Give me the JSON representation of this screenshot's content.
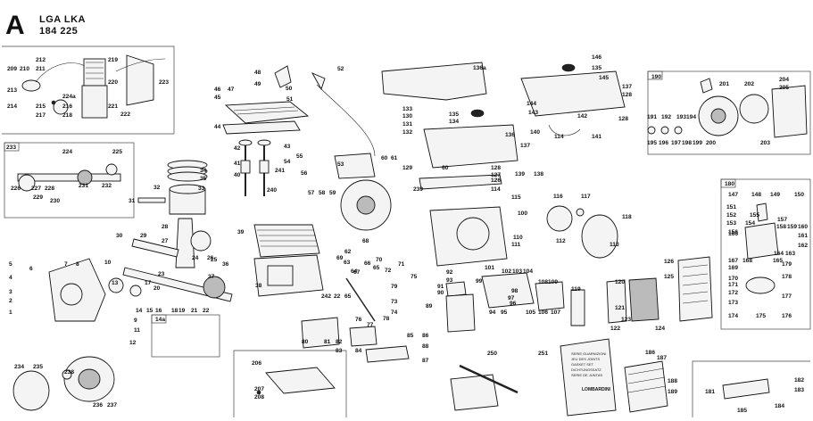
{
  "header": {
    "letter": "A",
    "model_line1": "LGA LKA",
    "model_line2": "184 225"
  },
  "callouts": [
    {
      "id": "c209",
      "label": "209"
    },
    {
      "id": "c210",
      "label": "210"
    },
    {
      "id": "c211",
      "label": "211"
    },
    {
      "id": "c212",
      "label": "212"
    },
    {
      "id": "c213",
      "label": "213"
    },
    {
      "id": "c214",
      "label": "214"
    },
    {
      "id": "c215",
      "label": "215"
    },
    {
      "id": "c216",
      "label": "216"
    },
    {
      "id": "c217",
      "label": "217"
    },
    {
      "id": "c218",
      "label": "218"
    },
    {
      "id": "c224a",
      "label": "224a"
    },
    {
      "id": "c219",
      "label": "219"
    },
    {
      "id": "c220",
      "label": "220"
    },
    {
      "id": "c221",
      "label": "221"
    },
    {
      "id": "c222",
      "label": "222"
    },
    {
      "id": "c223",
      "label": "223"
    },
    {
      "id": "c224",
      "label": "224"
    },
    {
      "id": "c225",
      "label": "225"
    },
    {
      "id": "c226",
      "label": "226"
    },
    {
      "id": "c227",
      "label": "227"
    },
    {
      "id": "c228",
      "label": "228"
    },
    {
      "id": "c229",
      "label": "229"
    },
    {
      "id": "c230",
      "label": "230"
    },
    {
      "id": "c231",
      "label": "231"
    },
    {
      "id": "c232",
      "label": "232"
    },
    {
      "id": "c34",
      "label": "34"
    },
    {
      "id": "c35",
      "label": "35"
    },
    {
      "id": "c32",
      "label": "32"
    },
    {
      "id": "c33",
      "label": "33"
    },
    {
      "id": "c31",
      "label": "31"
    },
    {
      "id": "c48",
      "label": "48"
    },
    {
      "id": "c49",
      "label": "49"
    },
    {
      "id": "c50",
      "label": "50"
    },
    {
      "id": "c51",
      "label": "51"
    },
    {
      "id": "c52",
      "label": "52"
    },
    {
      "id": "c46",
      "label": "46"
    },
    {
      "id": "c47",
      "label": "47"
    },
    {
      "id": "c45",
      "label": "45"
    },
    {
      "id": "c44",
      "label": "44"
    },
    {
      "id": "c42",
      "label": "42"
    },
    {
      "id": "c43",
      "label": "43"
    },
    {
      "id": "c41",
      "label": "41"
    },
    {
      "id": "c40",
      "label": "40"
    },
    {
      "id": "c241",
      "label": "241"
    },
    {
      "id": "c55",
      "label": "55"
    },
    {
      "id": "c54",
      "label": "54"
    },
    {
      "id": "c56",
      "label": "56"
    },
    {
      "id": "c240",
      "label": "240"
    },
    {
      "id": "c57",
      "label": "57"
    },
    {
      "id": "c58",
      "label": "58"
    },
    {
      "id": "c59",
      "label": "59"
    },
    {
      "id": "c53",
      "label": "53"
    },
    {
      "id": "c60",
      "label": "60"
    },
    {
      "id": "c61",
      "label": "61"
    },
    {
      "id": "c136a",
      "label": "136a"
    },
    {
      "id": "c133",
      "label": "133"
    },
    {
      "id": "c130",
      "label": "130"
    },
    {
      "id": "c131",
      "label": "131"
    },
    {
      "id": "c132",
      "label": "132"
    },
    {
      "id": "c135b",
      "label": "135"
    },
    {
      "id": "c134",
      "label": "134"
    },
    {
      "id": "c136",
      "label": "136"
    },
    {
      "id": "c137b",
      "label": "137"
    },
    {
      "id": "c129",
      "label": "129"
    },
    {
      "id": "c60b",
      "label": "60"
    },
    {
      "id": "c128c",
      "label": "128"
    },
    {
      "id": "c127",
      "label": "127"
    },
    {
      "id": "c126",
      "label": "126"
    },
    {
      "id": "c239",
      "label": "239"
    },
    {
      "id": "c138",
      "label": "138"
    },
    {
      "id": "c139",
      "label": "139"
    },
    {
      "id": "c114",
      "label": "114"
    },
    {
      "id": "c115",
      "label": "115"
    },
    {
      "id": "c146",
      "label": "146"
    },
    {
      "id": "c135",
      "label": "135"
    },
    {
      "id": "c145",
      "label": "145"
    },
    {
      "id": "c137",
      "label": "137"
    },
    {
      "id": "c128",
      "label": "128"
    },
    {
      "id": "c144",
      "label": "144"
    },
    {
      "id": "c143",
      "label": "143"
    },
    {
      "id": "c142",
      "label": "142"
    },
    {
      "id": "c128b",
      "label": "128"
    },
    {
      "id": "c140",
      "label": "140"
    },
    {
      "id": "c114b",
      "label": "114"
    },
    {
      "id": "c141",
      "label": "141"
    },
    {
      "id": "c190",
      "label": "190"
    },
    {
      "id": "c201",
      "label": "201"
    },
    {
      "id": "c202",
      "label": "202"
    },
    {
      "id": "c204",
      "label": "204"
    },
    {
      "id": "c205",
      "label": "205"
    },
    {
      "id": "c191",
      "label": "191"
    },
    {
      "id": "c192",
      "label": "192"
    },
    {
      "id": "c193",
      "label": "193"
    },
    {
      "id": "c194",
      "label": "194"
    },
    {
      "id": "c195",
      "label": "195"
    },
    {
      "id": "c196",
      "label": "196"
    },
    {
      "id": "c197",
      "label": "197"
    },
    {
      "id": "c198",
      "label": "198"
    },
    {
      "id": "c199",
      "label": "199"
    },
    {
      "id": "c200",
      "label": "200"
    },
    {
      "id": "c203",
      "label": "203"
    },
    {
      "id": "c233",
      "label": "233"
    },
    {
      "id": "c30",
      "label": "30"
    },
    {
      "id": "c29",
      "label": "29"
    },
    {
      "id": "c28",
      "label": "28"
    },
    {
      "id": "c27",
      "label": "27"
    },
    {
      "id": "c26",
      "label": "26"
    },
    {
      "id": "c25",
      "label": "25"
    },
    {
      "id": "c24",
      "label": "24"
    },
    {
      "id": "c23",
      "label": "23"
    },
    {
      "id": "c10",
      "label": "10"
    },
    {
      "id": "c12",
      "label": "12"
    },
    {
      "id": "c13",
      "label": "13"
    },
    {
      "id": "c14",
      "label": "14"
    },
    {
      "id": "c15",
      "label": "15"
    },
    {
      "id": "c16",
      "label": "16"
    },
    {
      "id": "c17",
      "label": "17"
    },
    {
      "id": "c18",
      "label": "18"
    },
    {
      "id": "c19",
      "label": "19"
    },
    {
      "id": "c20",
      "label": "20"
    },
    {
      "id": "c21",
      "label": "21"
    },
    {
      "id": "c22",
      "label": "22"
    },
    {
      "id": "c37",
      "label": "37"
    },
    {
      "id": "c36",
      "label": "36"
    },
    {
      "id": "c38",
      "label": "38"
    },
    {
      "id": "c39",
      "label": "39"
    },
    {
      "id": "c5",
      "label": "5"
    },
    {
      "id": "c6",
      "label": "6"
    },
    {
      "id": "c7",
      "label": "7"
    },
    {
      "id": "c8",
      "label": "8"
    },
    {
      "id": "c4",
      "label": "4"
    },
    {
      "id": "c3",
      "label": "3"
    },
    {
      "id": "c2",
      "label": "2"
    },
    {
      "id": "c1",
      "label": "1"
    },
    {
      "id": "c9",
      "label": "9"
    },
    {
      "id": "c11",
      "label": "11"
    },
    {
      "id": "c14a",
      "label": "14a"
    },
    {
      "id": "c234",
      "label": "234"
    },
    {
      "id": "c235",
      "label": "235"
    },
    {
      "id": "c238",
      "label": "238"
    },
    {
      "id": "c236",
      "label": "236"
    },
    {
      "id": "c237",
      "label": "237"
    },
    {
      "id": "c206",
      "label": "206"
    },
    {
      "id": "c207",
      "label": "207"
    },
    {
      "id": "c208",
      "label": "208"
    },
    {
      "id": "c62",
      "label": "62"
    },
    {
      "id": "c63",
      "label": "63"
    },
    {
      "id": "c64",
      "label": "64"
    },
    {
      "id": "c65",
      "label": "65"
    },
    {
      "id": "c66",
      "label": "66"
    },
    {
      "id": "c67",
      "label": "67"
    },
    {
      "id": "c68",
      "label": "68"
    },
    {
      "id": "c69",
      "label": "69"
    },
    {
      "id": "c70",
      "label": "70"
    },
    {
      "id": "c71",
      "label": "71"
    },
    {
      "id": "c72",
      "label": "72"
    },
    {
      "id": "c73",
      "label": "73"
    },
    {
      "id": "c74",
      "label": "74"
    },
    {
      "id": "c75",
      "label": "75"
    },
    {
      "id": "c76",
      "label": "76"
    },
    {
      "id": "c77",
      "label": "77"
    },
    {
      "id": "c78",
      "label": "78"
    },
    {
      "id": "c79",
      "label": "79"
    },
    {
      "id": "c80",
      "label": "80"
    },
    {
      "id": "c81",
      "label": "81"
    },
    {
      "id": "c82",
      "label": "82"
    },
    {
      "id": "c83",
      "label": "83"
    },
    {
      "id": "c84",
      "label": "84"
    },
    {
      "id": "c85",
      "label": "85"
    },
    {
      "id": "c86",
      "label": "86"
    },
    {
      "id": "c87",
      "label": "87"
    },
    {
      "id": "c88",
      "label": "88"
    },
    {
      "id": "c89",
      "label": "89"
    },
    {
      "id": "c242",
      "label": "242"
    },
    {
      "id": "c22b",
      "label": "22"
    },
    {
      "id": "c65b",
      "label": "65"
    },
    {
      "id": "c90",
      "label": "90"
    },
    {
      "id": "c91",
      "label": "91"
    },
    {
      "id": "c92",
      "label": "92"
    },
    {
      "id": "c93",
      "label": "93"
    },
    {
      "id": "c94",
      "label": "94"
    },
    {
      "id": "c95",
      "label": "95"
    },
    {
      "id": "c96",
      "label": "96"
    },
    {
      "id": "c97",
      "label": "97"
    },
    {
      "id": "c98",
      "label": "98"
    },
    {
      "id": "c99",
      "label": "99"
    },
    {
      "id": "c100",
      "label": "100"
    },
    {
      "id": "c101",
      "label": "101"
    },
    {
      "id": "c102",
      "label": "102"
    },
    {
      "id": "c103",
      "label": "103"
    },
    {
      "id": "c104",
      "label": "104"
    },
    {
      "id": "c105",
      "label": "105"
    },
    {
      "id": "c106",
      "label": "106"
    },
    {
      "id": "c107",
      "label": "107"
    },
    {
      "id": "c108",
      "label": "108"
    },
    {
      "id": "c109",
      "label": "109"
    },
    {
      "id": "c110",
      "label": "110"
    },
    {
      "id": "c111",
      "label": "111"
    },
    {
      "id": "c116",
      "label": "116"
    },
    {
      "id": "c117",
      "label": "117"
    },
    {
      "id": "c118",
      "label": "118"
    },
    {
      "id": "c112",
      "label": "112"
    },
    {
      "id": "c113",
      "label": "113"
    },
    {
      "id": "c119",
      "label": "119"
    },
    {
      "id": "c120",
      "label": "120"
    },
    {
      "id": "c121",
      "label": "121"
    },
    {
      "id": "c122",
      "label": "122"
    },
    {
      "id": "c123",
      "label": "123"
    },
    {
      "id": "c124",
      "label": "124"
    },
    {
      "id": "c125",
      "label": "125"
    },
    {
      "id": "c126b",
      "label": "126"
    },
    {
      "id": "c250",
      "label": "250"
    },
    {
      "id": "c251",
      "label": "251"
    },
    {
      "id": "c186",
      "label": "186"
    },
    {
      "id": "c187",
      "label": "187"
    },
    {
      "id": "c188",
      "label": "188"
    },
    {
      "id": "c189",
      "label": "189"
    },
    {
      "id": "c181",
      "label": "181"
    },
    {
      "id": "c182",
      "label": "182"
    },
    {
      "id": "c183",
      "label": "183"
    },
    {
      "id": "c184",
      "label": "184"
    },
    {
      "id": "c185",
      "label": "185"
    },
    {
      "id": "c180",
      "label": "180"
    },
    {
      "id": "c147",
      "label": "147"
    },
    {
      "id": "c148",
      "label": "148"
    },
    {
      "id": "c149",
      "label": "149"
    },
    {
      "id": "c150",
      "label": "150"
    },
    {
      "id": "c151",
      "label": "151"
    },
    {
      "id": "c152",
      "label": "152"
    },
    {
      "id": "c153",
      "label": "153"
    },
    {
      "id": "c154",
      "label": "154"
    },
    {
      "id": "c155",
      "label": "155"
    },
    {
      "id": "c156",
      "label": "156"
    },
    {
      "id": "c157",
      "label": "157"
    },
    {
      "id": "c158",
      "label": "158"
    },
    {
      "id": "c159",
      "label": "159"
    },
    {
      "id": "c160",
      "label": "160"
    },
    {
      "id": "c161",
      "label": "161"
    },
    {
      "id": "c162",
      "label": "162"
    },
    {
      "id": "c163",
      "label": "163"
    },
    {
      "id": "c164",
      "label": "164"
    },
    {
      "id": "c165",
      "label": "165"
    },
    {
      "id": "c166",
      "label": "166"
    },
    {
      "id": "c167",
      "label": "167"
    },
    {
      "id": "c168",
      "label": "168"
    },
    {
      "id": "c169",
      "label": "169"
    },
    {
      "id": "c170",
      "label": "170"
    },
    {
      "id": "c171",
      "label": "171"
    },
    {
      "id": "c172",
      "label": "172"
    },
    {
      "id": "c173",
      "label": "173"
    },
    {
      "id": "c174",
      "label": "174"
    },
    {
      "id": "c175",
      "label": "175"
    },
    {
      "id": "c176",
      "label": "176"
    },
    {
      "id": "c177",
      "label": "177"
    },
    {
      "id": "c178",
      "label": "178"
    },
    {
      "id": "c179",
      "label": "179"
    }
  ],
  "gasket_set_card": {
    "lines": [
      "SERIE GUARNIZIONI",
      "JEU DES JOINTS",
      "GASKET SET",
      "DICHTUNGSSATZ",
      "SERIE DE JUNTAS"
    ],
    "logo": "LOMBARDINI"
  }
}
